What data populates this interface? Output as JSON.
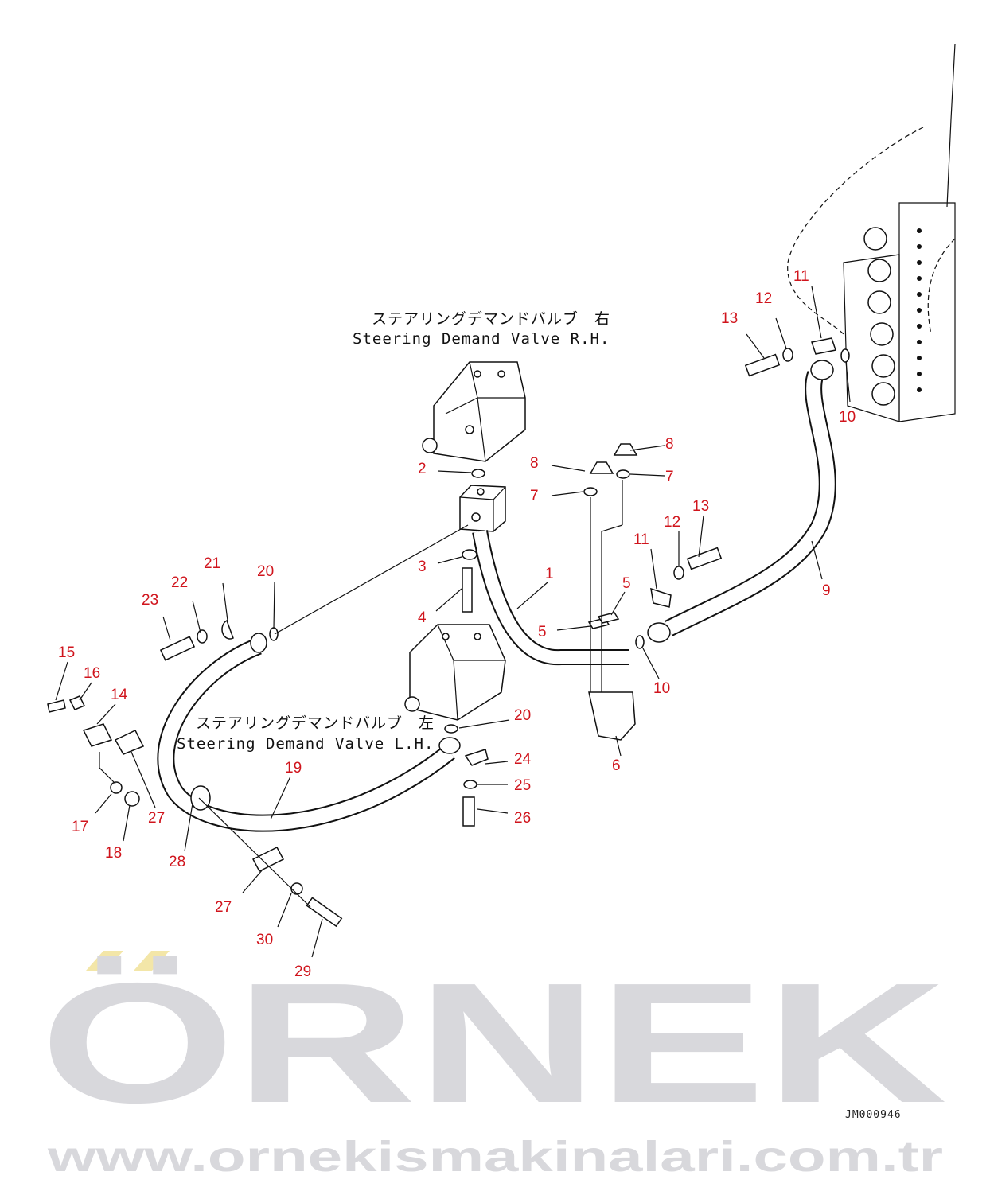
{
  "captions": {
    "rh_jp": "ステアリングデマンドバルブ　右",
    "rh_en": "Steering Demand Valve R.H.",
    "lh_jp": "ステアリングデマンドバルブ　左",
    "lh_en": "Steering Demand Valve L.H."
  },
  "watermark": {
    "brand": "ÖRNEK",
    "url": "www.ornekismakinalari.com.tr",
    "accent_color": "#f3e6a8"
  },
  "drawing_code": "JM000946",
  "callouts": [
    "1",
    "2",
    "3",
    "4",
    "5",
    "5",
    "6",
    "7",
    "7",
    "8",
    "8",
    "9",
    "10",
    "10",
    "11",
    "11",
    "12",
    "12",
    "13",
    "13",
    "14",
    "15",
    "16",
    "17",
    "18",
    "19",
    "20",
    "20",
    "21",
    "22",
    "23",
    "24",
    "25",
    "26",
    "27",
    "27",
    "28",
    "29",
    "30"
  ],
  "colors": {
    "callout": "#d0141c",
    "line": "#111111"
  }
}
